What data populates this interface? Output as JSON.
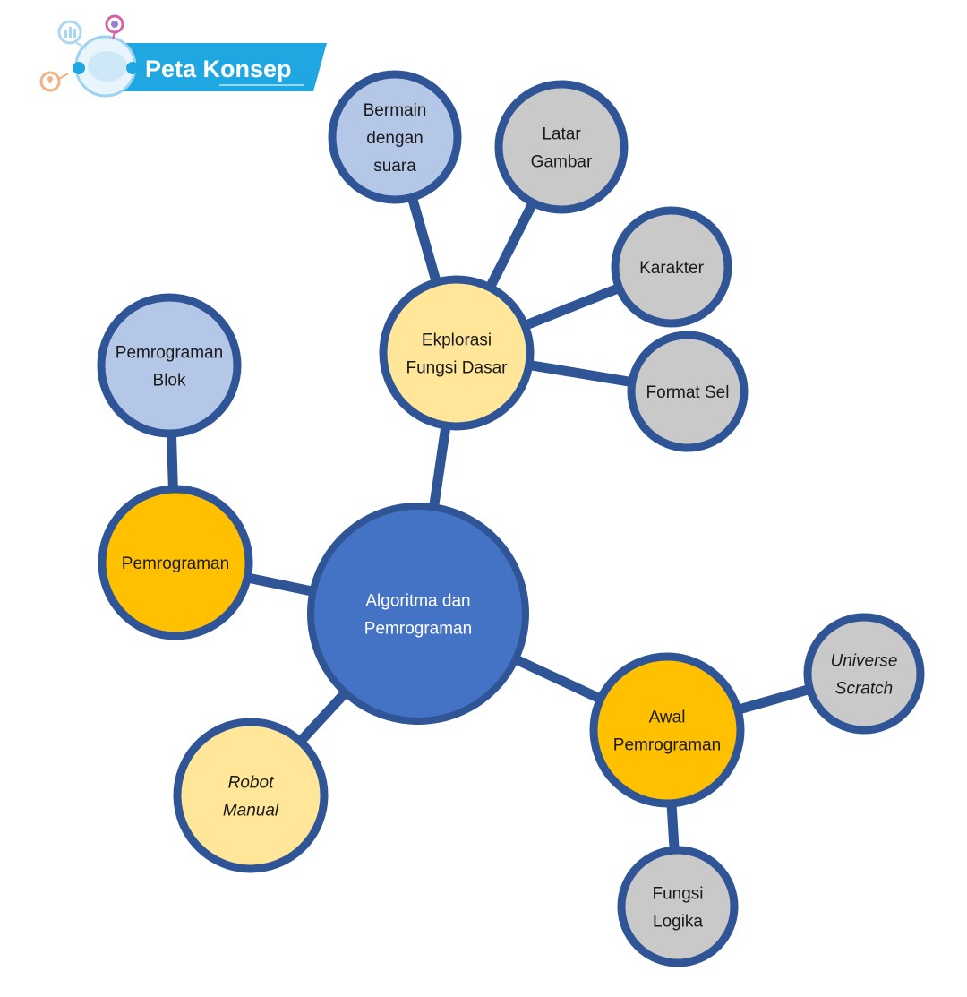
{
  "header": {
    "title": "Peta Konsep",
    "icons": [
      "chart-icon",
      "gear-icon",
      "lightbulb-icon",
      "robot-head-icon"
    ]
  },
  "colors": {
    "edge": "#2f5597",
    "border": "#2f5597",
    "center_fill": "#4472c4",
    "blue_fill": "#b4c7e7",
    "gray_fill": "#c9c9c9",
    "light_yellow_fill": "#ffe699",
    "orange_fill": "#ffc000",
    "banner": "#1fa7e1",
    "white_text": "#ffffff",
    "dark_text": "#1a1a1a"
  },
  "nodes": [
    {
      "id": "center",
      "lines": [
        "Algoritma dan",
        "Pemrograman"
      ],
      "fill": "center",
      "italic": false
    },
    {
      "id": "pemrograman",
      "lines": [
        "Pemrograman"
      ],
      "fill": "orange",
      "italic": false
    },
    {
      "id": "pemrograman-blok",
      "lines": [
        "Pemrograman",
        "Blok"
      ],
      "fill": "blue",
      "italic": false
    },
    {
      "id": "ekplorasi",
      "lines": [
        "Ekplorasi",
        "Fungsi Dasar"
      ],
      "fill": "light_yellow",
      "italic": false
    },
    {
      "id": "bermain-suara",
      "lines": [
        "Bermain",
        "dengan",
        "suara"
      ],
      "fill": "blue",
      "italic": false
    },
    {
      "id": "latar-gambar",
      "lines": [
        "Latar",
        "Gambar"
      ],
      "fill": "gray",
      "italic": false
    },
    {
      "id": "karakter",
      "lines": [
        "Karakter"
      ],
      "fill": "gray",
      "italic": false
    },
    {
      "id": "format-sel",
      "lines": [
        "Format Sel"
      ],
      "fill": "gray",
      "italic": false
    },
    {
      "id": "robot-manual",
      "lines": [
        "Robot",
        "Manual"
      ],
      "fill": "light_yellow",
      "italic": true
    },
    {
      "id": "awal-pemrograman",
      "lines": [
        "Awal",
        "Pemrograman"
      ],
      "fill": "orange",
      "italic": false
    },
    {
      "id": "universe-scratch",
      "lines": [
        "Universe",
        "Scratch"
      ],
      "fill": "gray",
      "italic": true
    },
    {
      "id": "fungsi-logika",
      "lines": [
        "Fungsi",
        "Logika"
      ],
      "fill": "gray",
      "italic": false
    }
  ],
  "edges": [
    [
      "center",
      "ekplorasi"
    ],
    [
      "center",
      "pemrograman"
    ],
    [
      "center",
      "robot-manual"
    ],
    [
      "center",
      "awal-pemrograman"
    ],
    [
      "pemrograman",
      "pemrograman-blok"
    ],
    [
      "ekplorasi",
      "bermain-suara"
    ],
    [
      "ekplorasi",
      "latar-gambar"
    ],
    [
      "ekplorasi",
      "karakter"
    ],
    [
      "ekplorasi",
      "format-sel"
    ],
    [
      "awal-pemrograman",
      "universe-scratch"
    ],
    [
      "awal-pemrograman",
      "fungsi-logika"
    ]
  ]
}
